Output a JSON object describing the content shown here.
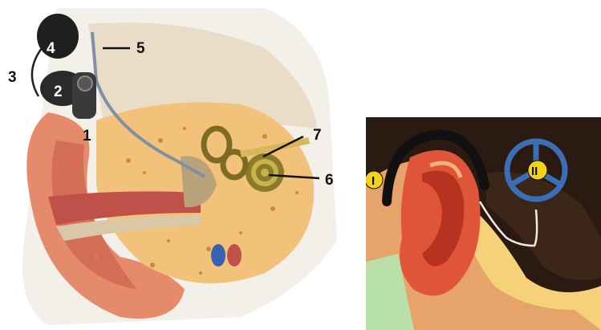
{
  "diagram": {
    "labels": {
      "implant_receiver": "1",
      "processor": "2",
      "cable": "3",
      "headpiece": "4",
      "electrode_lead": "5",
      "cochlea": "6",
      "nerve": "7"
    },
    "photo_labels": {
      "external_part": "I",
      "internal_part": "II"
    },
    "colors": {
      "skin": "#e58a6a",
      "bone": "#f2c27a",
      "cochlea": "#8a7a2a",
      "device": "#2a2a2a",
      "hair": "#2b1a12",
      "coil": "#3a6eb5",
      "marker": "#f2d21a"
    }
  }
}
